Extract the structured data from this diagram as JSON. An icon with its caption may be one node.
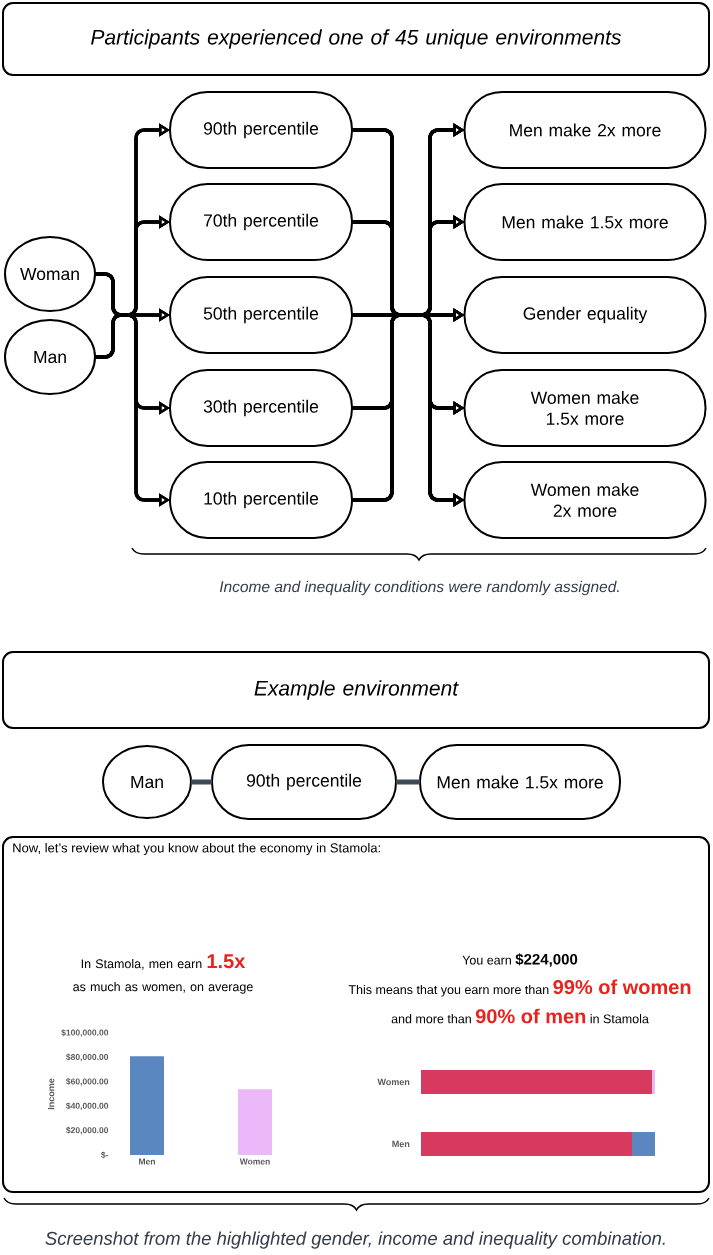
{
  "diagram": {
    "caption": "Screenshot from the highlighted gender, income and inequality combination.",
    "nodes": [
      {
        "text": [
          "Participants experienced one of 45 unique environments"
        ]
      },
      {
        "text": [
          "Woman"
        ]
      },
      {
        "text": [
          "Man"
        ]
      },
      {
        "text": [
          "90th percentile"
        ]
      },
      {
        "text": [
          "70th percentile"
        ]
      },
      {
        "text": [
          "50th percentile"
        ]
      },
      {
        "text": [
          "30th percentile"
        ]
      },
      {
        "text": [
          "10th percentile"
        ]
      },
      {
        "text": [
          "Men make 2x more"
        ]
      },
      {
        "text": [
          "Men make 1.5x more"
        ]
      },
      {
        "text": [
          "Gender equality"
        ]
      },
      {
        "text": [
          "Women make 1.5x more"
        ]
      },
      {
        "text": [
          "Women make 2x more"
        ]
      },
      {
        "text": [
          "Example environment"
        ]
      },
      {
        "text": [
          "Man"
        ]
      },
      {
        "text": [
          "90th percentile"
        ]
      },
      {
        "text": [
          "Men make 1.5x more"
        ]
      },
      {
        "text": [
          "Now, let’s review what you know about the economy in Stamola:",
          "In Stamola, men earn **1.5x** as much as women, on average",
          "You earn **$224,000**",
          "This means that you earn more than **99% of women**",
          "and more than **90% of men** in Stamola"
        ]
      }
    ],
    "edges": [
      {
        "from": 1,
        "to": 3,
        "arrow": "to"
      },
      {
        "from": 1,
        "to": 4,
        "arrow": "to"
      },
      {
        "from": 1,
        "to": 5,
        "arrow": "to"
      },
      {
        "from": 1,
        "to": 6,
        "arrow": "to"
      },
      {
        "from": 1,
        "to": 7,
        "arrow": "to"
      },
      {
        "from": 2,
        "to": 3,
        "arrow": "to"
      },
      {
        "from": 2,
        "to": 4,
        "arrow": "to"
      },
      {
        "from": 2,
        "to": 5,
        "arrow": "to"
      },
      {
        "from": 2,
        "to": 6,
        "arrow": "to"
      },
      {
        "from": 2,
        "to": 7,
        "arrow": "to"
      },
      {
        "from": 3,
        "to": 8,
        "arrow": "to"
      },
      {
        "from": 3,
        "to": 9,
        "arrow": "to"
      },
      {
        "from": 3,
        "to": 10,
        "arrow": "to"
      },
      {
        "from": 3,
        "to": 11,
        "arrow": "to"
      },
      {
        "from": 3,
        "to": 12,
        "arrow": "to"
      },
      {
        "from": 4,
        "to": 8,
        "arrow": "to"
      },
      {
        "from": 4,
        "to": 9,
        "arrow": "to"
      },
      {
        "from": 4,
        "to": 10,
        "arrow": "to"
      },
      {
        "from": 4,
        "to": 11,
        "arrow": "to"
      },
      {
        "from": 4,
        "to": 12,
        "arrow": "to"
      },
      {
        "from": 5,
        "to": 8,
        "arrow": "to"
      },
      {
        "from": 5,
        "to": 9,
        "arrow": "to"
      },
      {
        "from": 5,
        "to": 10,
        "arrow": "to"
      },
      {
        "from": 5,
        "to": 11,
        "arrow": "to"
      },
      {
        "from": 5,
        "to": 12,
        "arrow": "to"
      },
      {
        "from": 6,
        "to": 8,
        "arrow": "to"
      },
      {
        "from": 6,
        "to": 9,
        "arrow": "to"
      },
      {
        "from": 6,
        "to": 10,
        "arrow": "to"
      },
      {
        "from": 6,
        "to": 11,
        "arrow": "to"
      },
      {
        "from": 6,
        "to": 12,
        "arrow": "to"
      },
      {
        "from": 7,
        "to": 8,
        "arrow": "to"
      },
      {
        "from": 7,
        "to": 9,
        "arrow": "to"
      },
      {
        "from": 7,
        "to": 10,
        "arrow": "to"
      },
      {
        "from": 7,
        "to": 11,
        "arrow": "to"
      },
      {
        "from": 7,
        "to": 12,
        "arrow": "to"
      },
      {
        "from": 14,
        "to": 15,
        "arrow": "none",
        "color": "#3c4a55"
      },
      {
        "from": 15,
        "to": 16,
        "arrow": "none",
        "color": "#3c4a55"
      }
    ],
    "labels": [
      "Income and inequality conditions were randomly assigned.",
      "Women",
      "Men"
    ],
    "chart_data": {
      "type": "bar",
      "ylabel": "Income",
      "categories": [
        "Men",
        "Women"
      ],
      "series": [
        {
          "color": "#5b87c0",
          "values": [
            81000,
            null
          ]
        },
        {
          "color": "#ebb8f9",
          "values": [
            null,
            54000
          ]
        }
      ],
      "ylim": [
        0,
        100000
      ],
      "yticks": [
        {
          "value": 0,
          "label": "$-"
        },
        {
          "value": 20000,
          "label": "$20,000.00"
        },
        {
          "value": 40000,
          "label": "$40,000.00"
        },
        {
          "value": 60000,
          "label": "$60,000.00"
        },
        {
          "value": 80000,
          "label": "$80,000.00"
        },
        {
          "value": 100000,
          "label": "$100,000.00"
        }
      ]
    }
  }
}
